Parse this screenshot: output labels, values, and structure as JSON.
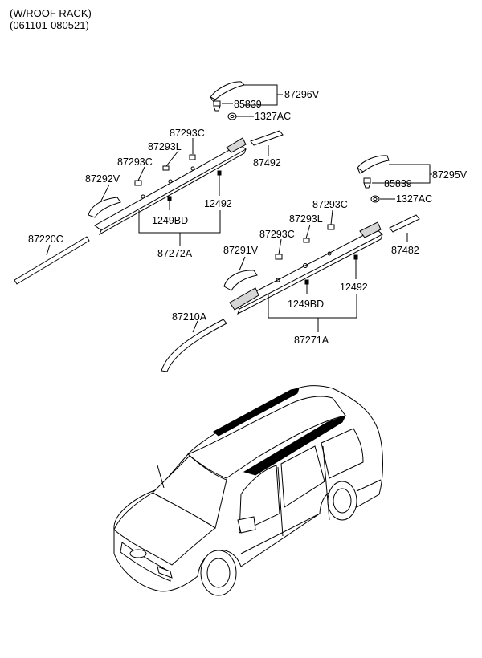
{
  "header": {
    "line1": "(W/ROOF RACK)",
    "line2": "(061101-080521)"
  },
  "labels": {
    "p87296V": "87296V",
    "p85839_a": "85839",
    "p1327AC_a": "1327AC",
    "p87293C_a": "87293C",
    "p87293L_a": "87293L",
    "p87293C_b": "87293C",
    "p87492": "87492",
    "p87292V": "87292V",
    "p12492_a": "12492",
    "p1249BD_a": "1249BD",
    "p87220C": "87220C",
    "p87272A": "87272A",
    "p87295V": "87295V",
    "p85839_b": "85839",
    "p1327AC_b": "1327AC",
    "p87293C_c": "87293C",
    "p87293L_b": "87293L",
    "p87293C_d": "87293C",
    "p87482": "87482",
    "p87291V": "87291V",
    "p12492_b": "12492",
    "p1249BD_b": "1249BD",
    "p87210A": "87210A",
    "p87271A": "87271A"
  }
}
